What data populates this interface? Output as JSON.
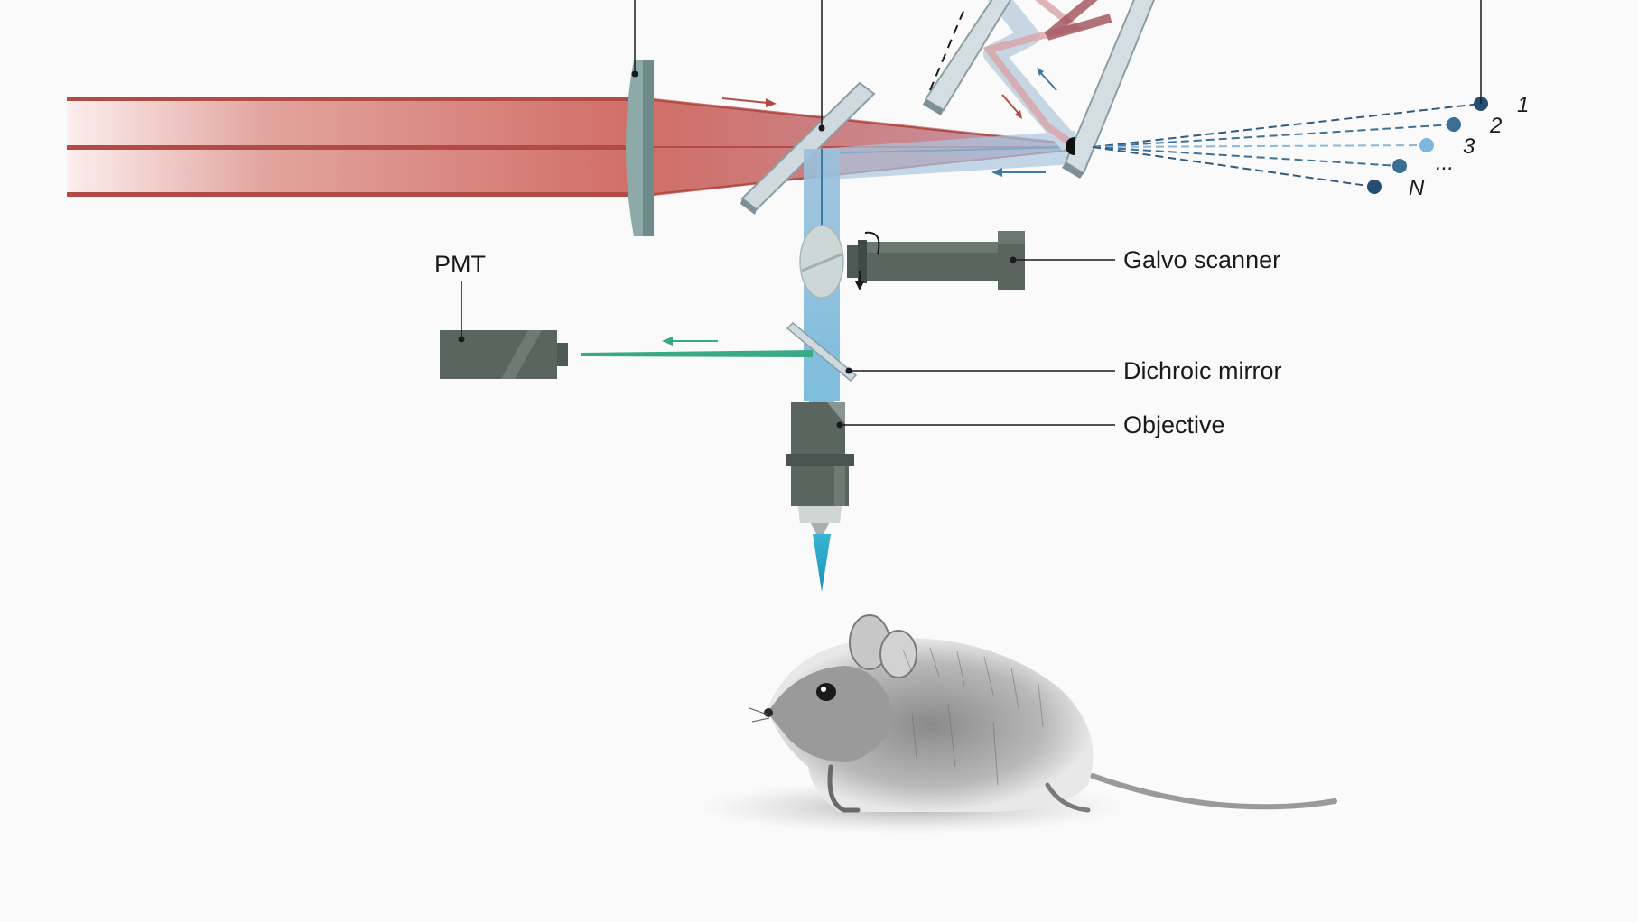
{
  "labels": {
    "pmt": "PMT",
    "galvo": "Galvo scanner",
    "dichroic": "Dichroic mirror",
    "objective": "Objective"
  },
  "focal_indices": [
    "1",
    "2",
    "3",
    "...",
    "N"
  ],
  "colors": {
    "laser_red": "#d4736a",
    "laser_red_dark": "#b24b46",
    "beam_blue": "#8cb6d6",
    "beam_blue_dark": "#3f79a6",
    "fluorescence_green": "#3aa987",
    "metal_dark": "#5b6560",
    "lens_teal": "#8eaaa8",
    "mirror_light": "#cfd9de",
    "background": "#fafafa"
  },
  "icons": {
    "mouse": "mouse-illustration"
  }
}
